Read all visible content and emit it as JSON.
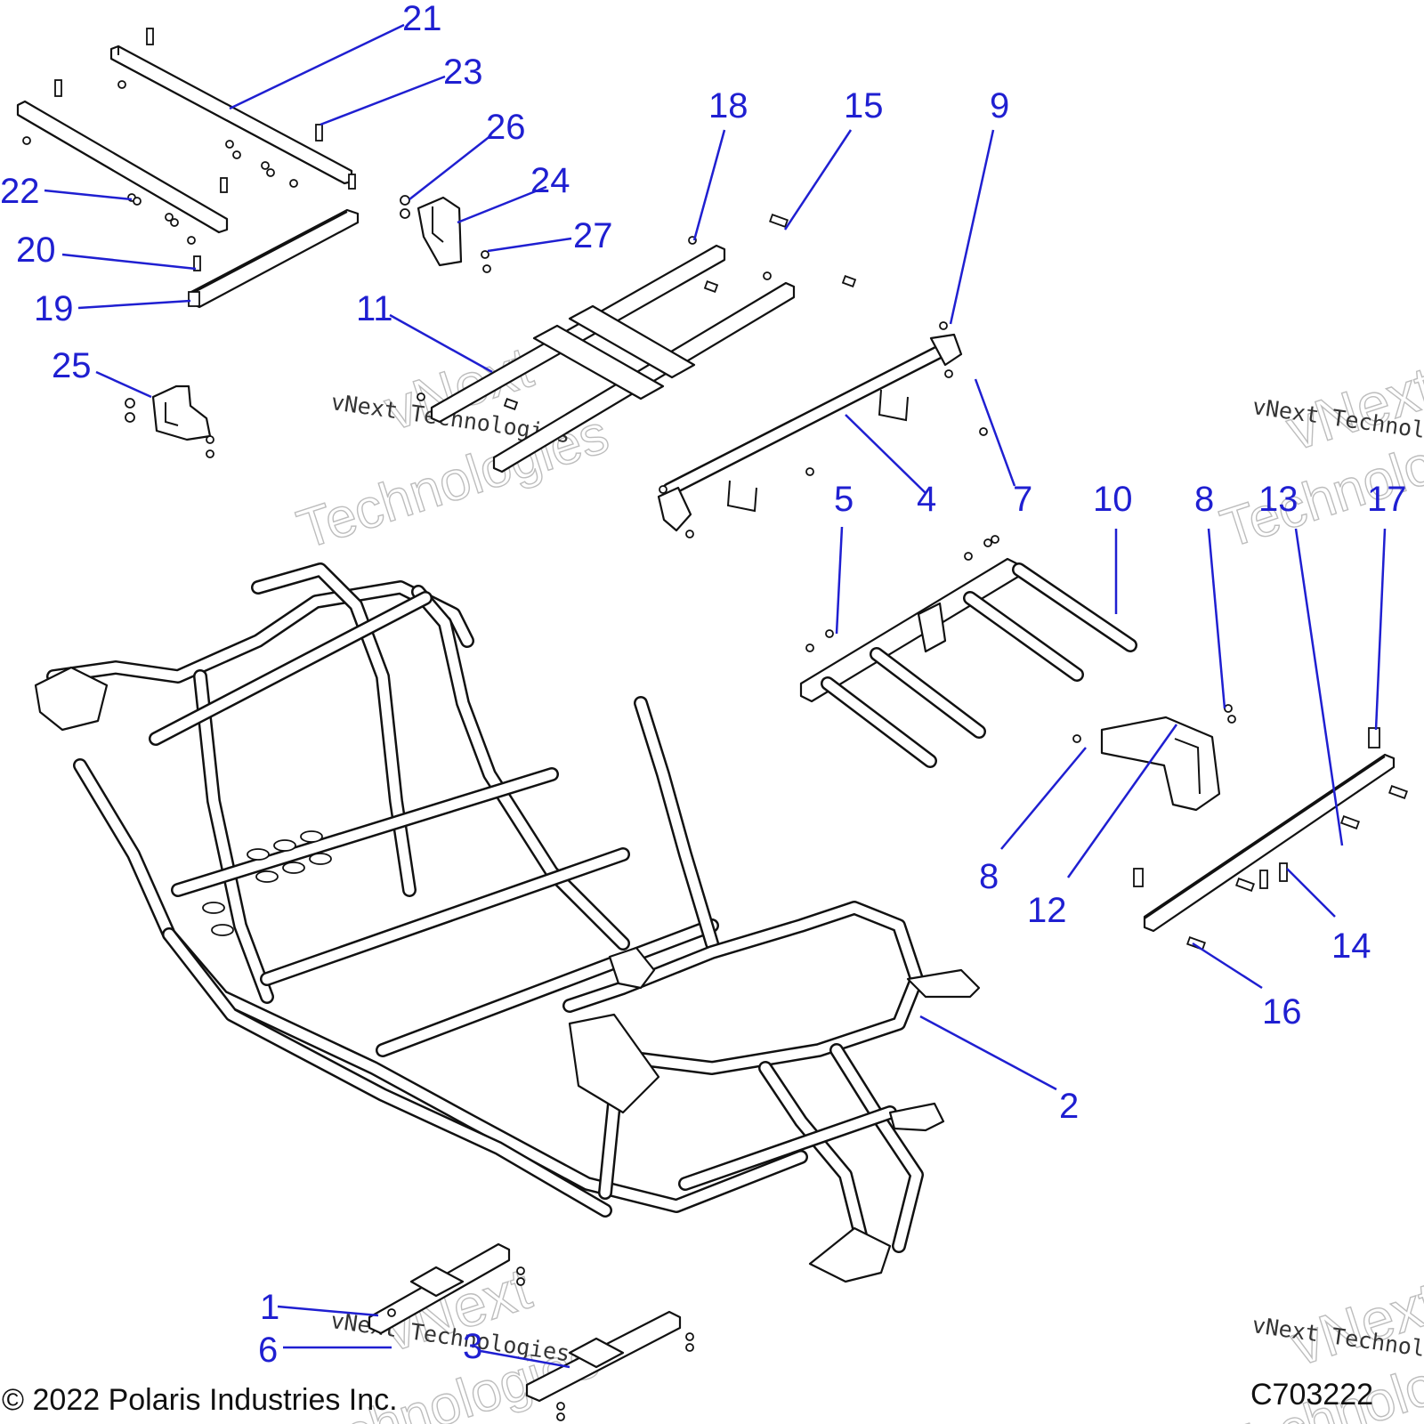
{
  "diagram": {
    "callouts": [
      {
        "id": "c1",
        "label": "1"
      },
      {
        "id": "c2",
        "label": "2"
      },
      {
        "id": "c3",
        "label": "3"
      },
      {
        "id": "c4",
        "label": "4"
      },
      {
        "id": "c5",
        "label": "5"
      },
      {
        "id": "c6",
        "label": "6"
      },
      {
        "id": "c7",
        "label": "7"
      },
      {
        "id": "c8a",
        "label": "8"
      },
      {
        "id": "c8b",
        "label": "8"
      },
      {
        "id": "c9",
        "label": "9"
      },
      {
        "id": "c10",
        "label": "10"
      },
      {
        "id": "c11",
        "label": "11"
      },
      {
        "id": "c12",
        "label": "12"
      },
      {
        "id": "c13",
        "label": "13"
      },
      {
        "id": "c14",
        "label": "14"
      },
      {
        "id": "c15",
        "label": "15"
      },
      {
        "id": "c16",
        "label": "16"
      },
      {
        "id": "c17",
        "label": "17"
      },
      {
        "id": "c18",
        "label": "18"
      },
      {
        "id": "c19",
        "label": "19"
      },
      {
        "id": "c20",
        "label": "20"
      },
      {
        "id": "c21",
        "label": "21"
      },
      {
        "id": "c22",
        "label": "22"
      },
      {
        "id": "c23",
        "label": "23"
      },
      {
        "id": "c24",
        "label": "24"
      },
      {
        "id": "c25",
        "label": "25"
      },
      {
        "id": "c26",
        "label": "26"
      },
      {
        "id": "c27",
        "label": "27"
      }
    ],
    "watermarks": {
      "caption": "vNext Technologies",
      "word_vnext": "vNext",
      "word_technologies": "Technologies"
    },
    "footer": {
      "copyright": "© 2022 Polaris Industries Inc.",
      "drawing_number": "C703222"
    },
    "colors": {
      "callout": "#1f1fd1",
      "line_art": "#111111",
      "background": "#ffffff"
    }
  }
}
